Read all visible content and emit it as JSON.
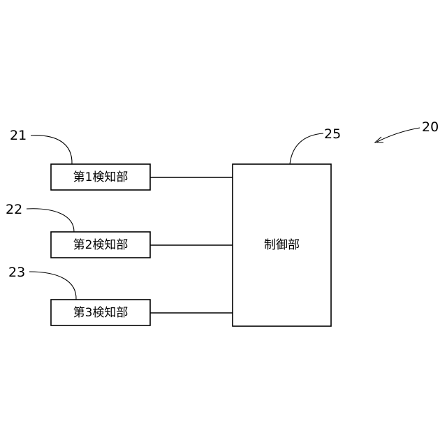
{
  "diagram": {
    "detectors": [
      {
        "label": "第1検知部",
        "ref": "21"
      },
      {
        "label": "第2検知部",
        "ref": "22"
      },
      {
        "label": "第3検知部",
        "ref": "23"
      }
    ],
    "controller": {
      "label": "制御部",
      "ref": "25"
    },
    "system_ref": "20"
  }
}
